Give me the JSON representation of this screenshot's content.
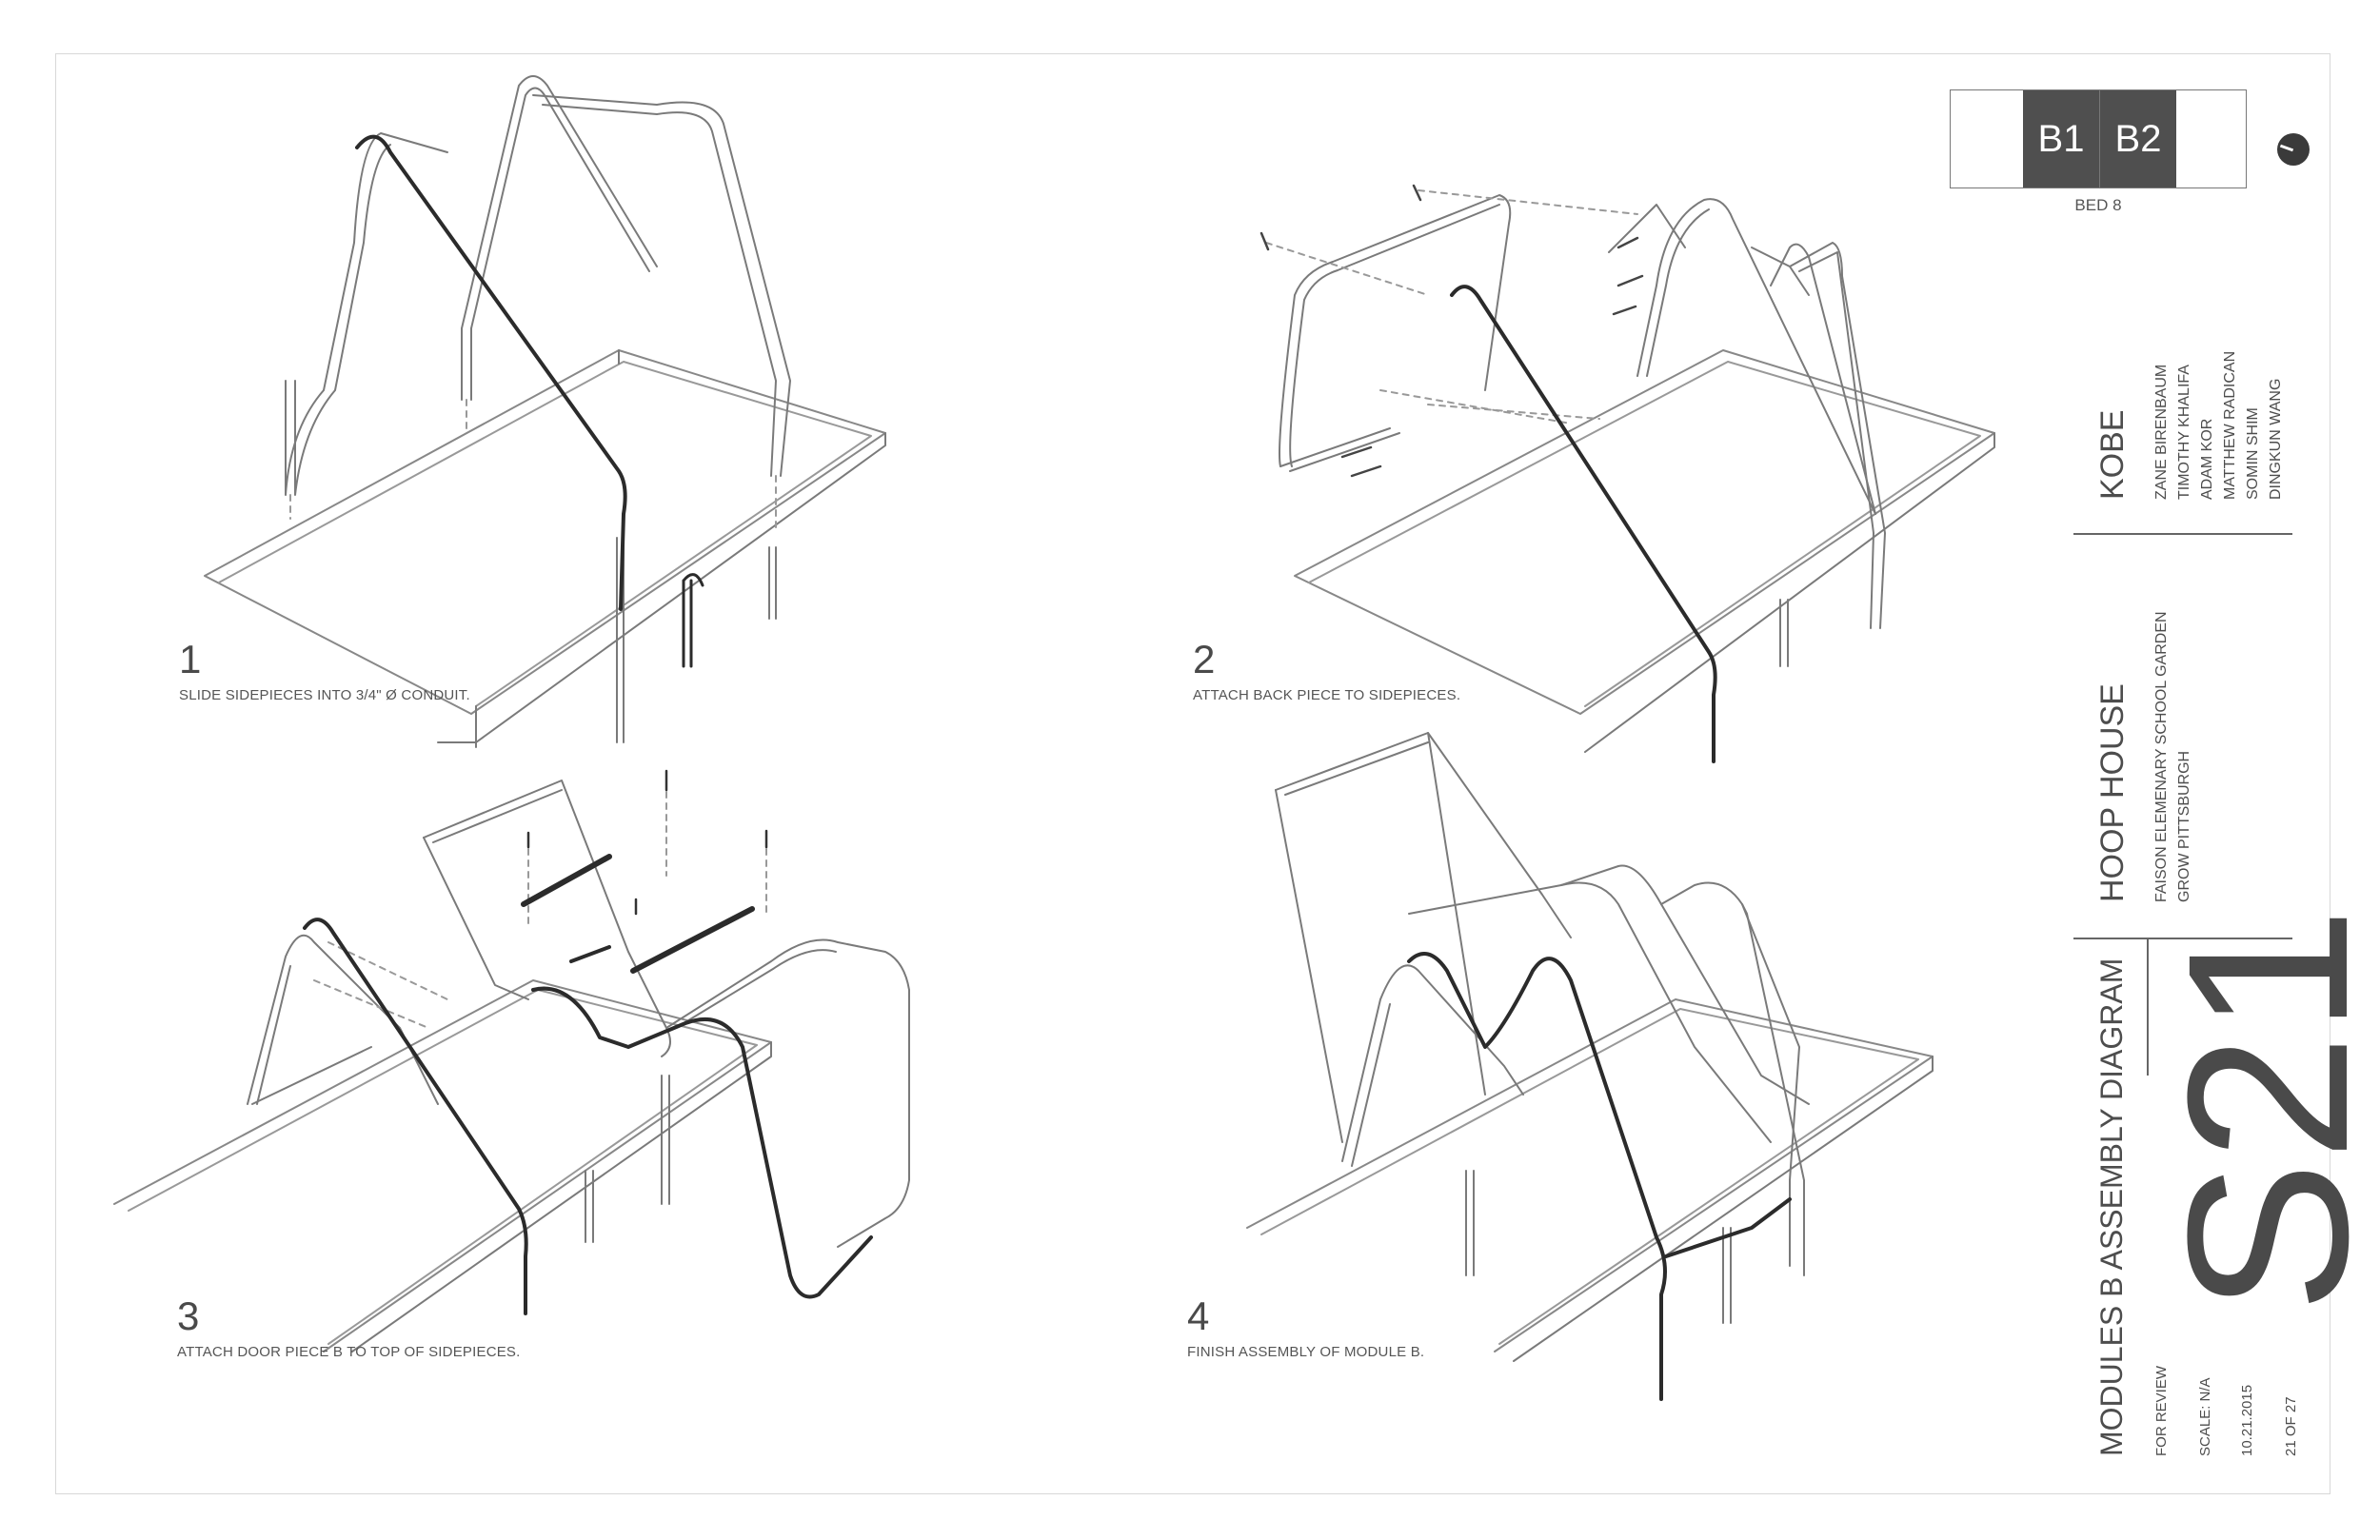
{
  "steps": [
    {
      "number": "1",
      "caption": "SLIDE SIDEPIECES INTO 3/4\" Ø CONDUIT."
    },
    {
      "number": "2",
      "caption": "ATTACH BACK PIECE TO SIDEPIECES."
    },
    {
      "number": "3",
      "caption": "ATTACH DOOR PIECE B TO TOP OF SIDEPIECES."
    },
    {
      "number": "4",
      "caption": "FINISH ASSEMBLY OF MODULE B."
    }
  ],
  "key_plan": {
    "bed_1": "B1",
    "bed_2": "B2",
    "label": "BED 8"
  },
  "team": {
    "name": "KOBE",
    "members": [
      "ZANE BIRENBAUM",
      "TIMOTHY KHALIFA",
      "ADAM KOR",
      "MATTHEW RADICAN",
      "SOMIN SHIM",
      "DINGKUN WANG"
    ]
  },
  "project": {
    "title": "HOOP HOUSE",
    "lines": [
      "FAISON ELEMENARY SCHOOL GARDEN",
      "GROW PITTSBURGH"
    ]
  },
  "sheet": {
    "title": "MODULES B ASSEMBLY DIAGRAM",
    "number": "S21",
    "status": "FOR REVIEW",
    "scale": "SCALE: N/A",
    "date": "10.21.2015",
    "page": "21 OF 27"
  },
  "colors": {
    "frame_line": "#777777",
    "highlight_line": "#2b2b2b",
    "key_fill": "#4f4f4f"
  }
}
